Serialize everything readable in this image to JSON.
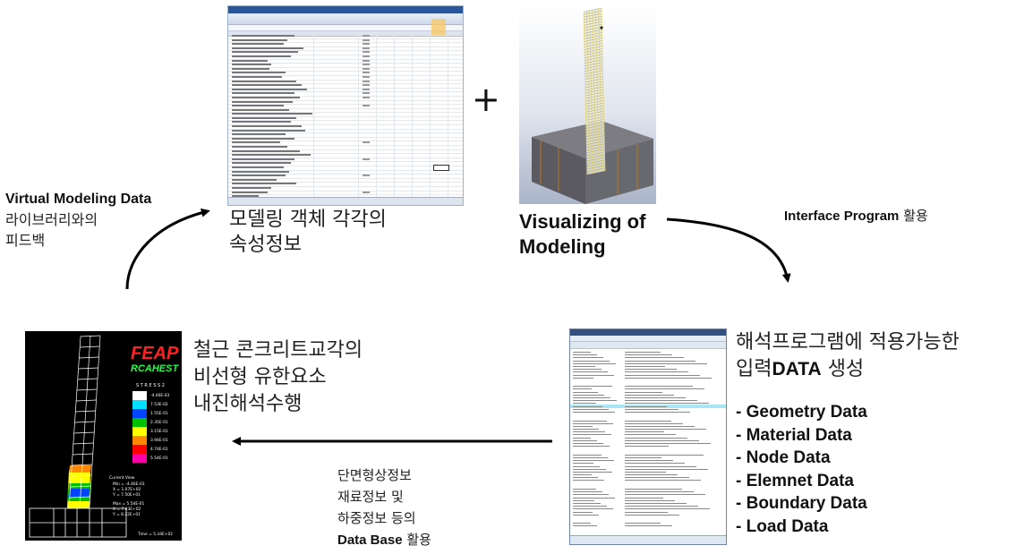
{
  "top_center_label": {
    "line1": "모델링 객체 각각의",
    "line2": "속성정보"
  },
  "plus_sign": "+",
  "visualizing_label": {
    "line1": "Visualizing of",
    "line2": "Modeling"
  },
  "left_top_label": {
    "title": "Virtual Modeling Data",
    "line2": "라이브러리와의",
    "line3": "피드백"
  },
  "interface_label": {
    "en": "Interface Program",
    "kr": " 활용"
  },
  "right_mid_label": {
    "line1": "해석프로그램에 적용가능한",
    "line2_kr": "입력",
    "line2_en": "DATA",
    "line2_tail": " 생성"
  },
  "data_list": [
    "- Geometry Data",
    "- Material Data",
    "- Node Data",
    "- Elemnet Data",
    "- Boundary Data",
    "- Load Data"
  ],
  "bottom_mid_label": {
    "line1": "단면형상정보",
    "line2": "재료정보 및",
    "line3": "하중정보 등의",
    "line4_en": "Data Base",
    "line4_kr": "  활용"
  },
  "left_mid_label": {
    "line1": "철근 콘크리트교각의",
    "line2": "비선형 유한요소",
    "line3": "내진해석수행"
  },
  "fem_panel": {
    "logo_main": "FEAP",
    "logo_sub": "RCAHEST",
    "legend_title": "S T R E S S   2",
    "legend_values": [
      "-4.46E-03",
      "7.53E-02",
      "1.55E-01",
      "2.35E-01",
      "3.15E-01",
      "3.94E-01",
      "4.74E-01",
      "5.54E-01"
    ],
    "legend_colors": [
      "#ffffff",
      "#00e0ff",
      "#0044ff",
      "#00c000",
      "#ffff00",
      "#ff8800",
      "#ff0000",
      "#ff00aa"
    ],
    "current_view": "Current View",
    "min_line": "Min = -4.46E-03",
    "min_x": "X = 1.07E+02",
    "min_y": "Y = 7.50E+01",
    "max_line": "Max = 5.54E-01",
    "max_x": "X = 7.43E+02",
    "max_y": "Y = 8.22E+01",
    "time": "Time = 5.34E+02"
  },
  "colors": {
    "arrow": "#000000",
    "text": "#222222",
    "beam_grid": "#f2e57a",
    "base_block": "#6b6b70",
    "highlight": "#a8e6f4"
  }
}
